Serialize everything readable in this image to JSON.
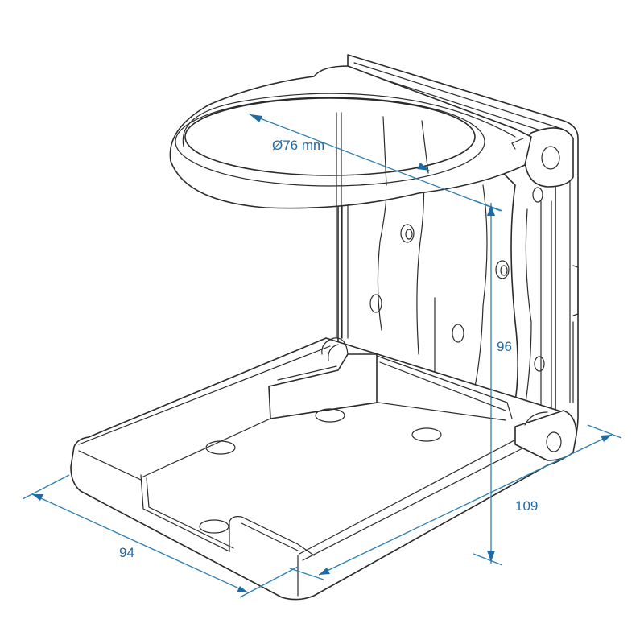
{
  "diagram": {
    "subject": "Foldable cup holder, technical line drawing with dimensions",
    "colors": {
      "outline": "#2b2b2b",
      "dimension_line": "#2f7fb0",
      "dimension_text": "#1f6aa5",
      "background": "#ffffff"
    },
    "dimensions": {
      "ring_diameter": "Ø76 mm",
      "height": "96",
      "depth": "109",
      "width": "94"
    },
    "parts": [
      "ring",
      "back-plate",
      "hinge",
      "base-tray"
    ]
  }
}
